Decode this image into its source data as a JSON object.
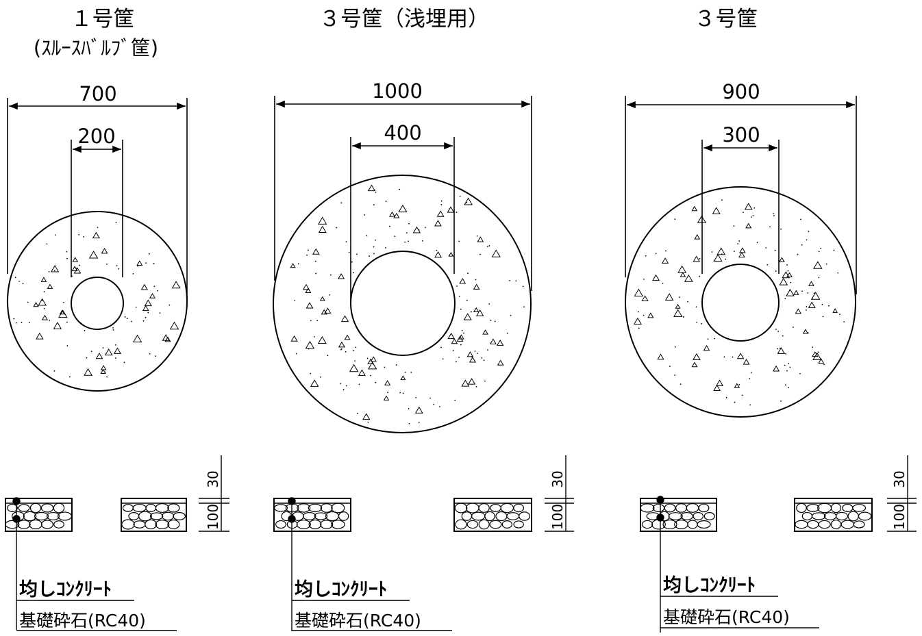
{
  "figures": [
    {
      "title": "１号筐",
      "subtitle": "(ｽﾙｰｽﾊﾞﾙﾌﾞ筐)",
      "outer_dim": "700",
      "inner_dim": "200",
      "layer_dims": {
        "top": "30",
        "base": "100"
      },
      "labels": {
        "concrete": "均しｺﾝｸﾘｰﾄ",
        "gravel": "基礎砕石(RC40)"
      }
    },
    {
      "title": "３号筐（浅埋用）",
      "subtitle": "",
      "outer_dim": "1000",
      "inner_dim": "400",
      "layer_dims": {
        "top": "30",
        "base": "100"
      },
      "labels": {
        "concrete": "均しｺﾝｸﾘｰﾄ",
        "gravel": "基礎砕石(RC40)"
      }
    },
    {
      "title": "３号筐",
      "subtitle": "",
      "outer_dim": "900",
      "inner_dim": "300",
      "layer_dims": {
        "top": "30",
        "base": "100"
      },
      "labels": {
        "concrete": "均しｺﾝｸﾘｰﾄ",
        "gravel": "基礎砕石(RC40)"
      }
    }
  ],
  "colors": {
    "line": "#000000",
    "background": "#ffffff"
  }
}
